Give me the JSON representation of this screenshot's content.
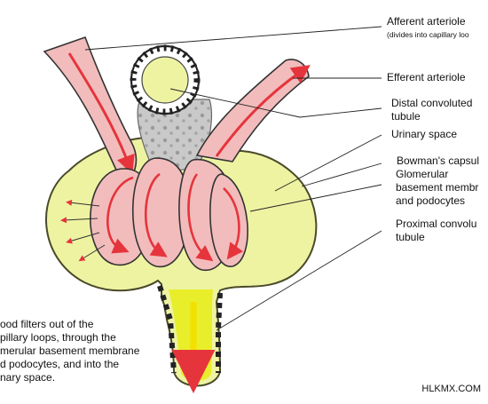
{
  "labels": {
    "afferent": "Afferent arteriole",
    "afferent_note": "(divides into capillary loo",
    "efferent": "Efferent arteriole",
    "distal_1": "Distal convoluted",
    "distal_2": "tubule",
    "urinary_space": "Urinary space",
    "bowman": "Bowman's capsul",
    "gbm_1": "Glomerular",
    "gbm_2": "basement membr",
    "gbm_3": "and podocytes",
    "proximal_1": "Proximal convolu",
    "proximal_2": "tubule"
  },
  "caption": {
    "line1": "ood filters out of the",
    "line2": "pillary loops, through the",
    "line3": "merular basement membrane",
    "line4": "d podocytes, and into the",
    "line5": "nary space."
  },
  "watermark": "HLKMX.COM",
  "colors": {
    "capsule": "#eef3a2",
    "vessel": "#f2bcbc",
    "flow_arrow": "#e6343c",
    "filtrate": "#e8ee2a",
    "tubule_cells": "#cfcfcf"
  }
}
